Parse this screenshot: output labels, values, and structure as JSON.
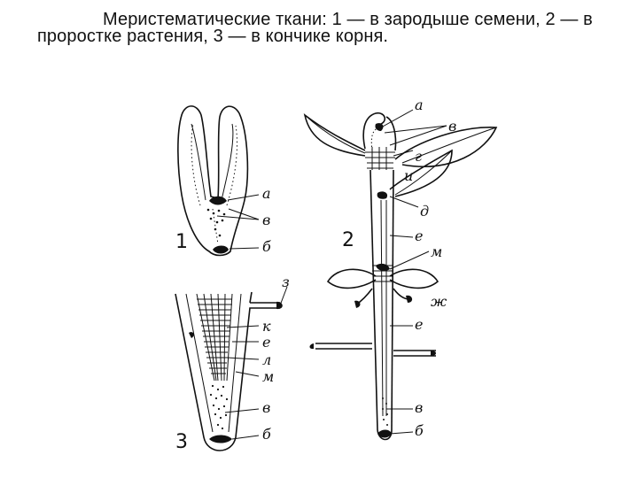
{
  "caption": "Меристематические ткани: 1 — в зародыше семени, 2 — в проростке растения, 3 — в кончике корня.",
  "figure": {
    "numbers": [
      "1",
      "2",
      "3"
    ],
    "fig1_labels": [
      "а",
      "в",
      "б"
    ],
    "fig2_labels": [
      "а",
      "в",
      "г",
      "и",
      "д",
      "е",
      "м",
      "ж",
      "е",
      "в",
      "б"
    ],
    "fig3_labels": [
      "з",
      "к",
      "е",
      "л",
      "м",
      "в",
      "б"
    ]
  }
}
